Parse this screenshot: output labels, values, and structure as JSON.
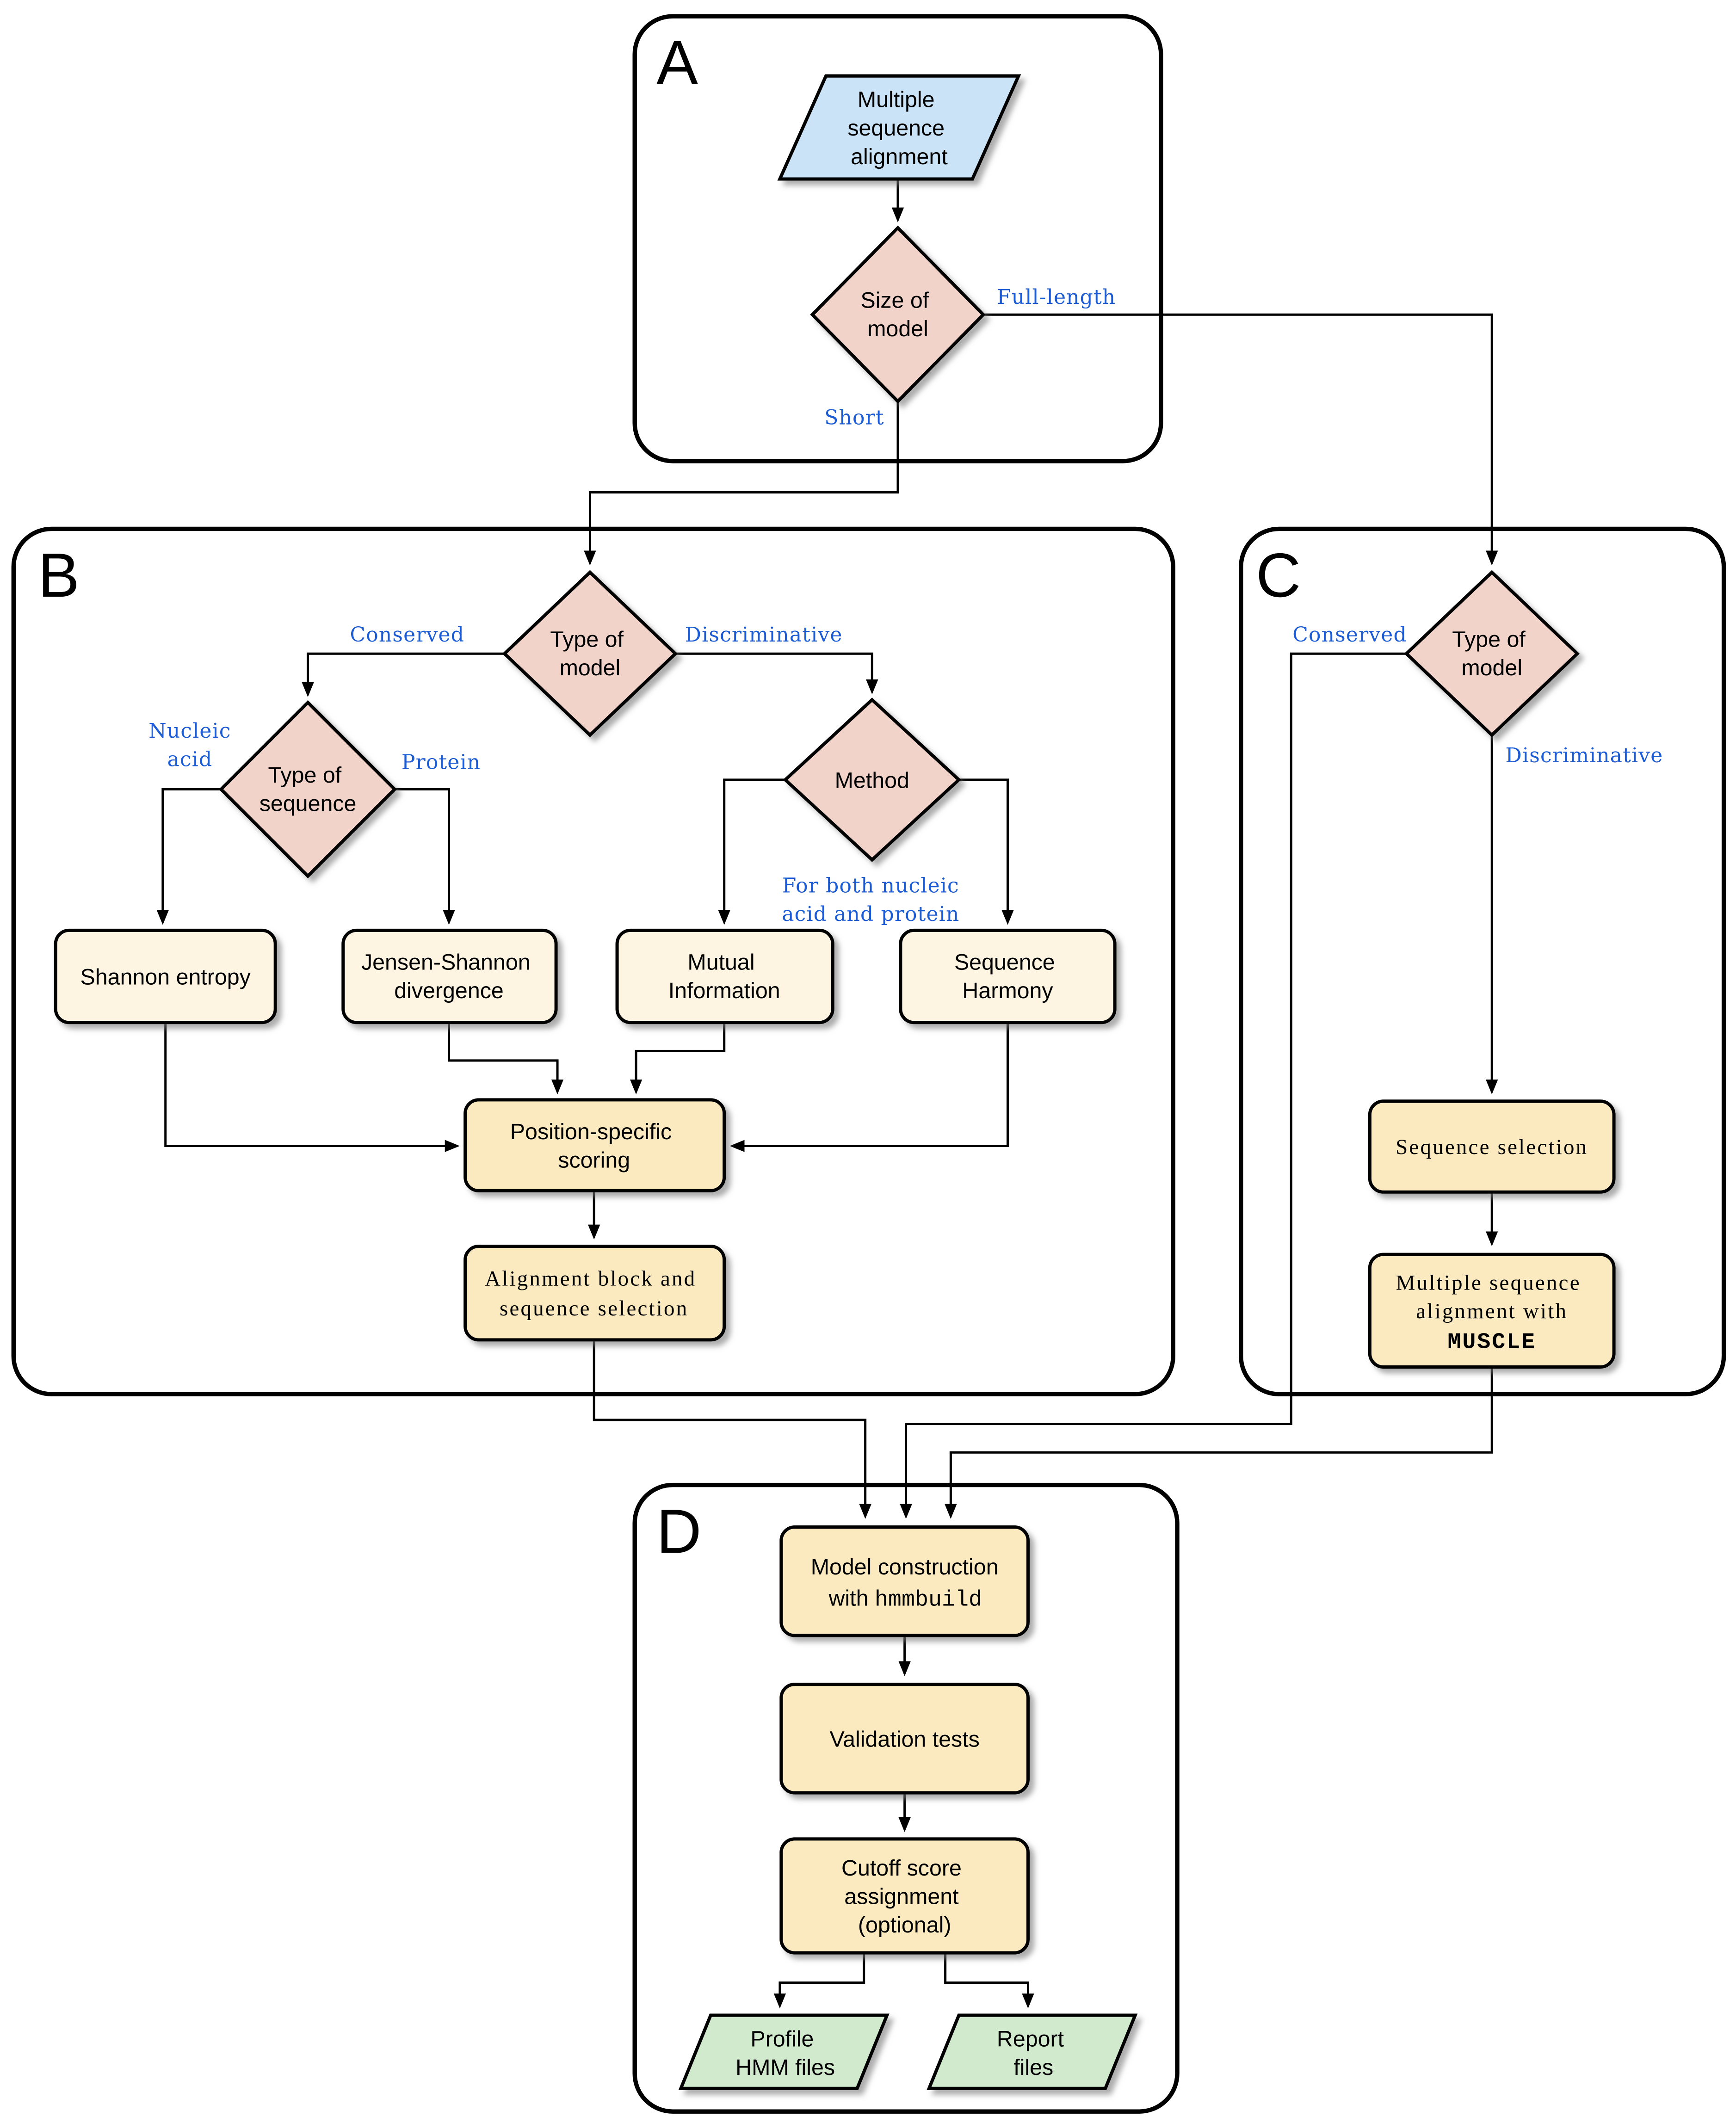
{
  "colors": {
    "decision_fill": "#f2d3c9",
    "input_fill": "#cbe3f6",
    "process_light_fill": "#fdf5e2",
    "process_fill": "#fbeabf",
    "output_fill": "#d1e9cd",
    "label_blue": "#1b5bd4",
    "stroke": "#000000",
    "background": "#ffffff"
  },
  "panels": {
    "a": {
      "label": "A"
    },
    "b": {
      "label": "B"
    },
    "c": {
      "label": "C"
    },
    "d": {
      "label": "D"
    }
  },
  "nodes": {
    "msa": {
      "lines": [
        "Multiple",
        "sequence",
        "alignment"
      ]
    },
    "size_of_model": {
      "lines": [
        "Size of",
        "model"
      ]
    },
    "type_of_model_b": {
      "lines": [
        "Type of",
        "model"
      ]
    },
    "type_of_sequence": {
      "lines": [
        "Type of",
        "sequence"
      ]
    },
    "method": {
      "lines": [
        "Method"
      ]
    },
    "shannon_entropy": {
      "lines": [
        "Shannon entropy"
      ]
    },
    "jensen_shannon": {
      "lines": [
        "Jensen-Shannon",
        "divergence"
      ]
    },
    "mutual_information": {
      "lines": [
        "Mutual",
        "Information"
      ]
    },
    "sequence_harmony": {
      "lines": [
        "Sequence",
        "Harmony"
      ]
    },
    "position_specific_scoring": {
      "lines": [
        "Position-specific",
        "scoring"
      ]
    },
    "alignment_block": {
      "lines": [
        "Alignment block and",
        "sequence selection"
      ]
    },
    "type_of_model_c": {
      "lines": [
        "Type of",
        "model"
      ]
    },
    "sequence_selection": {
      "lines": [
        "Sequence selection"
      ]
    },
    "msa_muscle": {
      "lines": [
        "Multiple sequence",
        "alignment with"
      ],
      "code": "MUSCLE"
    },
    "model_construction": {
      "line1": "Model construction",
      "line2_prefix": "with ",
      "line2_code": "hmmbuild"
    },
    "validation_tests": {
      "lines": [
        "Validation tests"
      ]
    },
    "cutoff_score": {
      "lines": [
        "Cutoff score",
        "assignment",
        "(optional)"
      ]
    },
    "profile_hmm_files": {
      "lines": [
        "Profile",
        "HMM files"
      ]
    },
    "report_files": {
      "lines": [
        "Report",
        "files"
      ]
    }
  },
  "edge_labels": {
    "full_length": "Full-length",
    "short": "Short",
    "conserved_b": "Conserved",
    "discriminative_b": "Discriminative",
    "nucleic_acid_1": "Nucleic",
    "nucleic_acid_2": "acid",
    "protein": "Protein",
    "for_both_1": "For both nucleic",
    "for_both_2": "acid and protein",
    "conserved_c": "Conserved",
    "discriminative_c": "Discriminative"
  }
}
